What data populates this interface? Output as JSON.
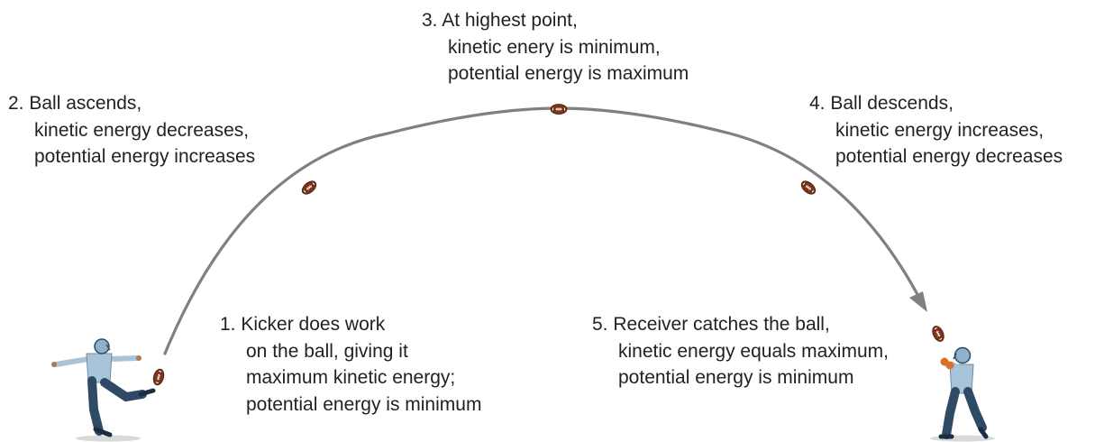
{
  "labels": {
    "step1": {
      "l1": "1. Kicker does work",
      "l2": "on the ball, giving it",
      "l3": "maximum kinetic energy;",
      "l4": "potential energy is minimum"
    },
    "step2": {
      "l1": "2. Ball ascends,",
      "l2": "kinetic energy decreases,",
      "l3": "potential energy increases"
    },
    "step3": {
      "l1": "3. At highest point,",
      "l2": "kinetic enery is minimum,",
      "l3": "potential energy is maximum"
    },
    "step4": {
      "l1": "4. Ball descends,",
      "l2": "kinetic energy increases,",
      "l3": "potential energy decreases"
    },
    "step5": {
      "l1": "5. Receiver catches the ball,",
      "l2": "kinetic energy equals maximum,",
      "l3": "potential energy is minimum"
    }
  },
  "colors": {
    "trajectory": "#808080",
    "ball": "#7a3418",
    "jersey": "#a9c4d8",
    "pants": "#2f4a66",
    "skin": "#b07850",
    "ground": "#d9d9d9"
  },
  "icons": {
    "kicker": "football-kicker-icon",
    "receiver": "football-receiver-icon",
    "ball": "football-icon"
  }
}
